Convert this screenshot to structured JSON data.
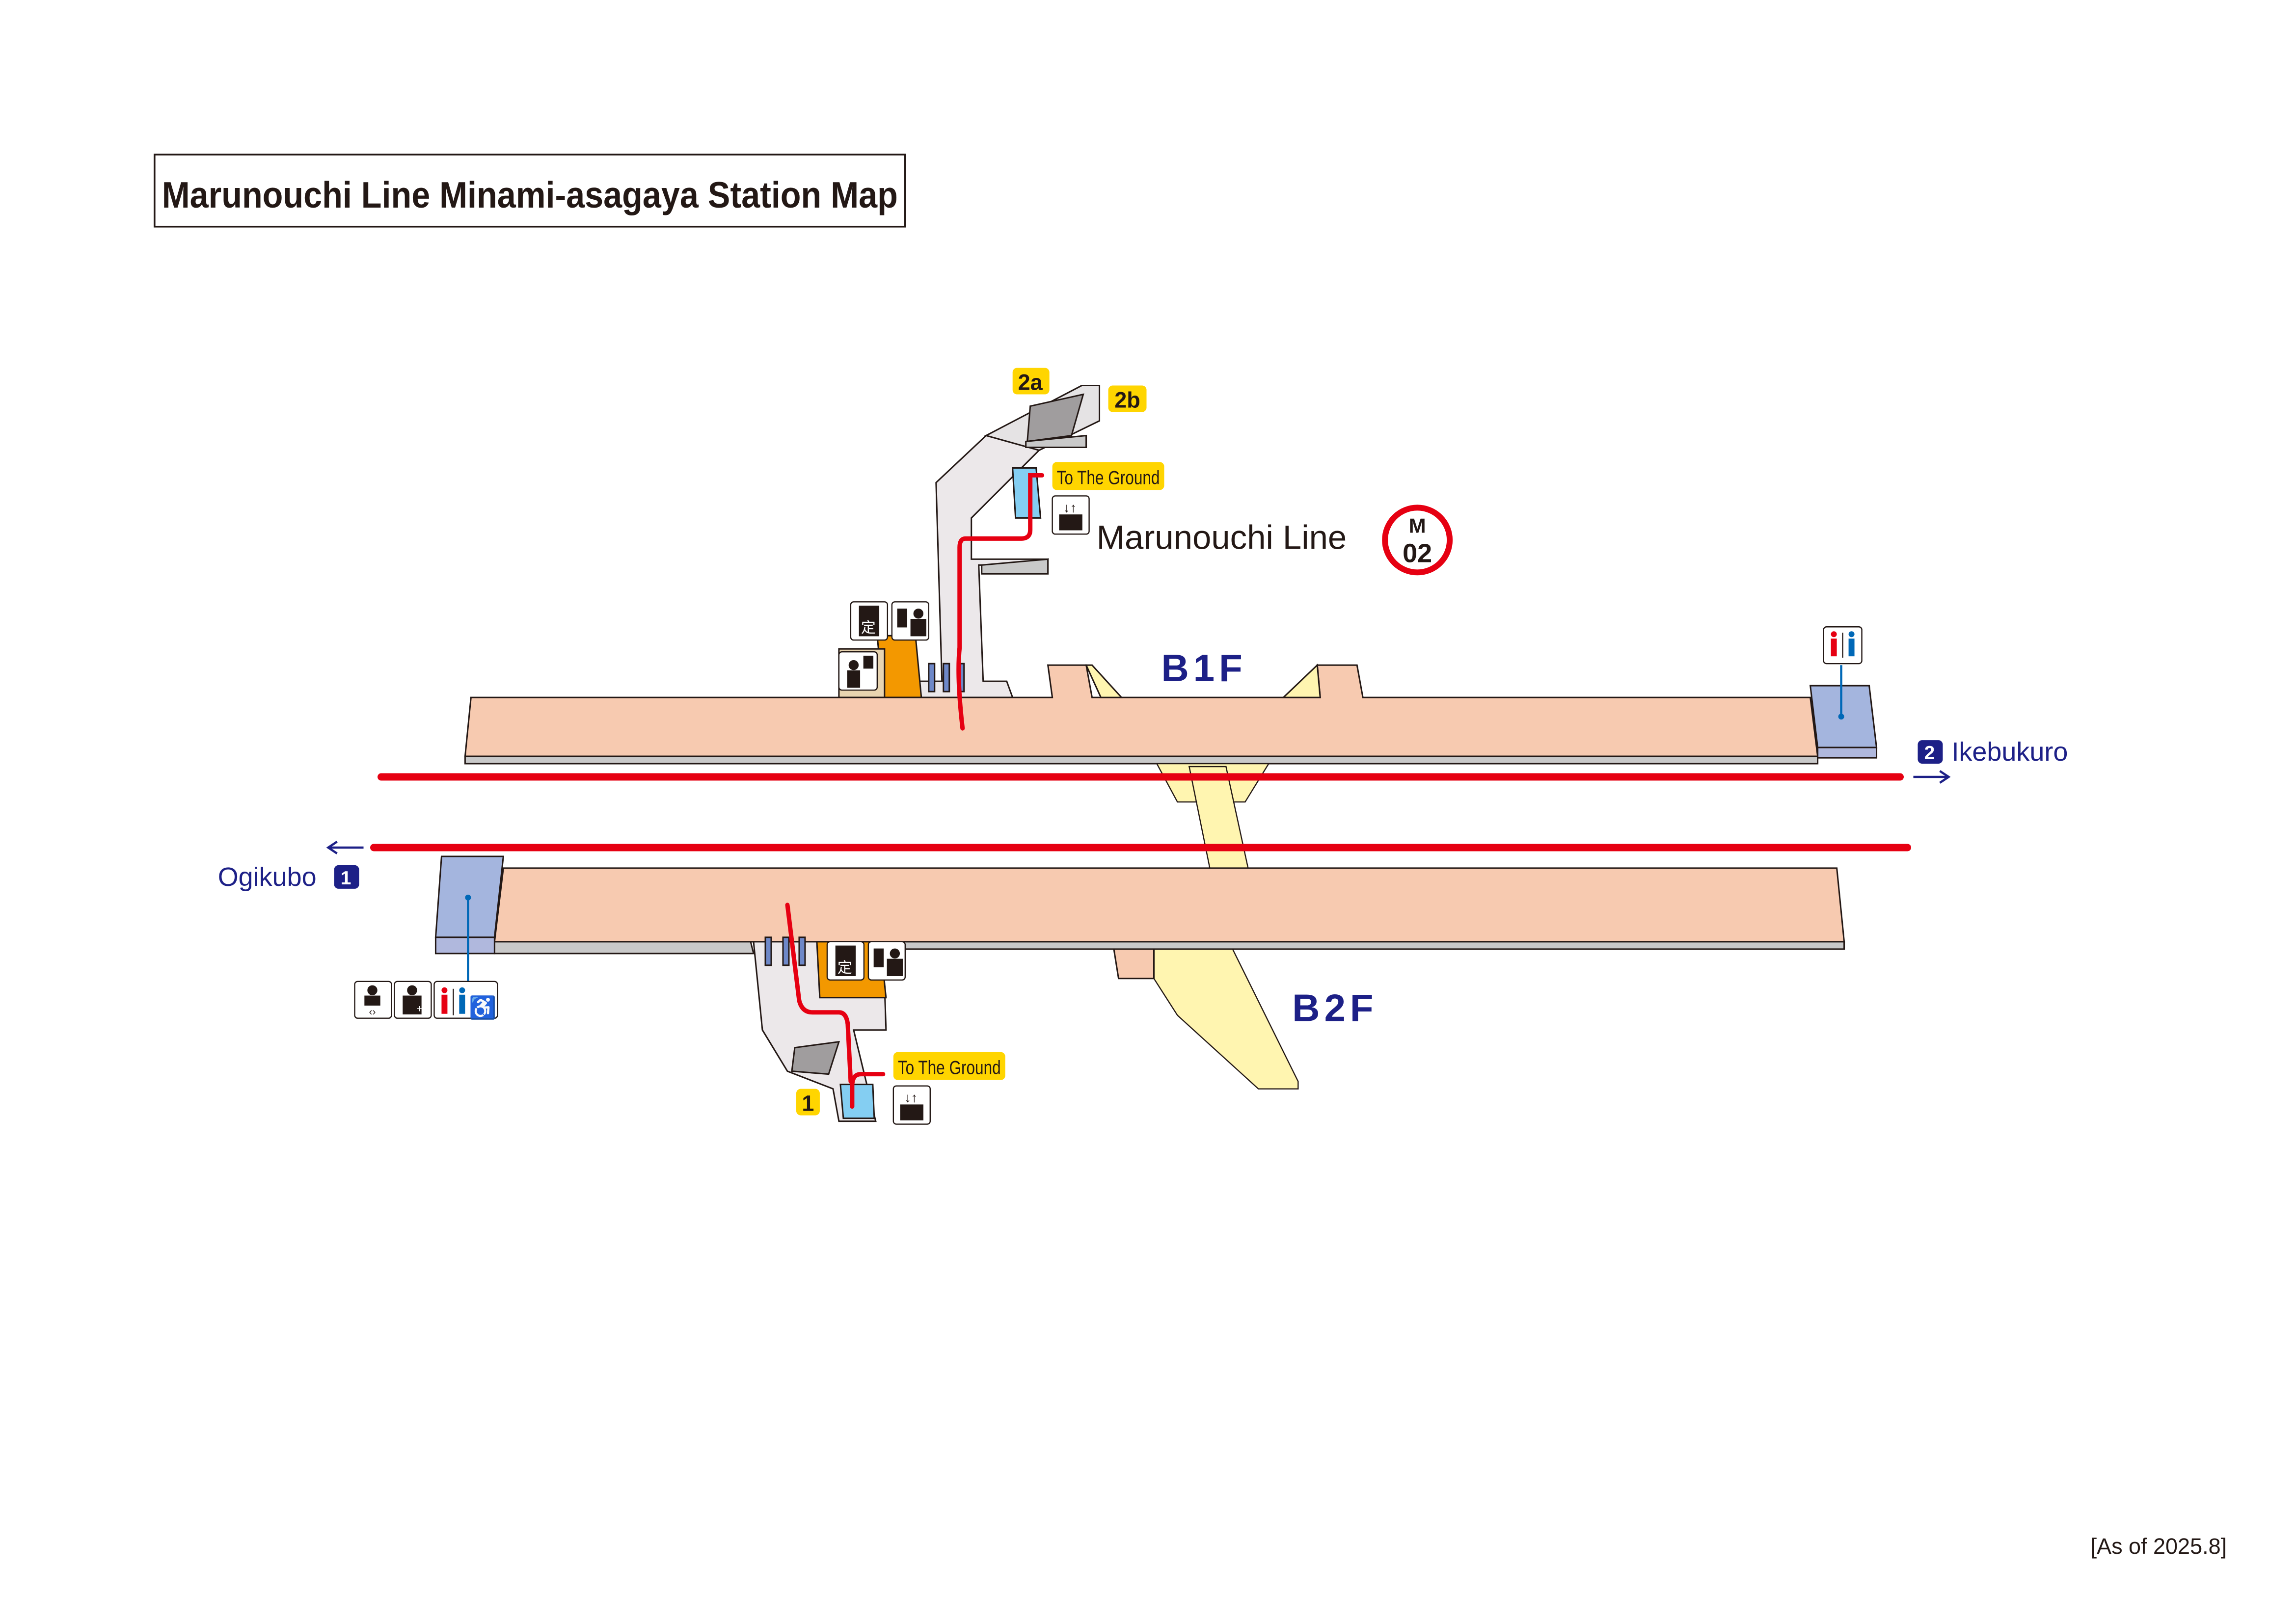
{
  "title": "Marunouchi Line Minami-asagaya Station Map",
  "line": {
    "name": "Marunouchi Line",
    "code_letter": "M",
    "code_number": "02",
    "color": "#E60012"
  },
  "floors": {
    "b1": "B1F",
    "b2": "B2F"
  },
  "directions": {
    "ikebukuro": {
      "platform": "2",
      "label": "Ikebukuro"
    },
    "ogikubo": {
      "platform": "1",
      "label": "Ogikubo"
    }
  },
  "exits": {
    "e2a": "2a",
    "e2b": "2b",
    "e1": "1"
  },
  "to_ground": {
    "upper": "To The Ground",
    "lower": "To The Ground"
  },
  "icons": {
    "commuter_pass": "定",
    "names": [
      "elevator-icon",
      "commuter-pass-machine-icon",
      "ticket-office-icon",
      "station-staff-icon",
      "toilet-icon",
      "baby-changing-icon",
      "ostomate-icon",
      "wheelchair-icon"
    ]
  },
  "as_of": "[As of 2025.8]",
  "colors": {
    "platform": "#F7CAB0",
    "concourse": "#ECE8EA",
    "toilet_area": "#A4B5DE",
    "stairs": "#FFF5B0",
    "label_yellow": "#FFD500",
    "navy": "#1D2087",
    "orange": "#F39800"
  }
}
